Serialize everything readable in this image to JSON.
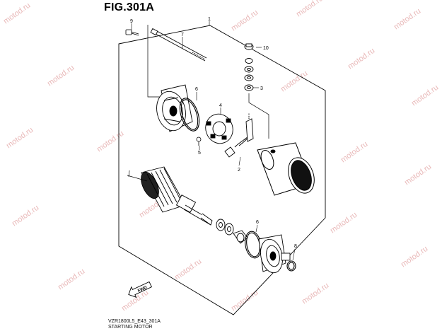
{
  "figure_title": "FIG.301A",
  "footer": {
    "code": "VZR1800L5_E43_301A",
    "caption": "STARTING MOTOR"
  },
  "fwd_label": "FWD",
  "watermark": "motod.ru",
  "callouts": {
    "c1": "1",
    "c2": "2",
    "c3": "3",
    "c4": "4",
    "c5": "5",
    "c6a": "6",
    "c6b": "6",
    "c7": "7",
    "c8": "8",
    "c9": "9",
    "c10": "10"
  },
  "colors": {
    "line": "#000000",
    "watermark": "#e9b9b9",
    "background": "#ffffff"
  }
}
